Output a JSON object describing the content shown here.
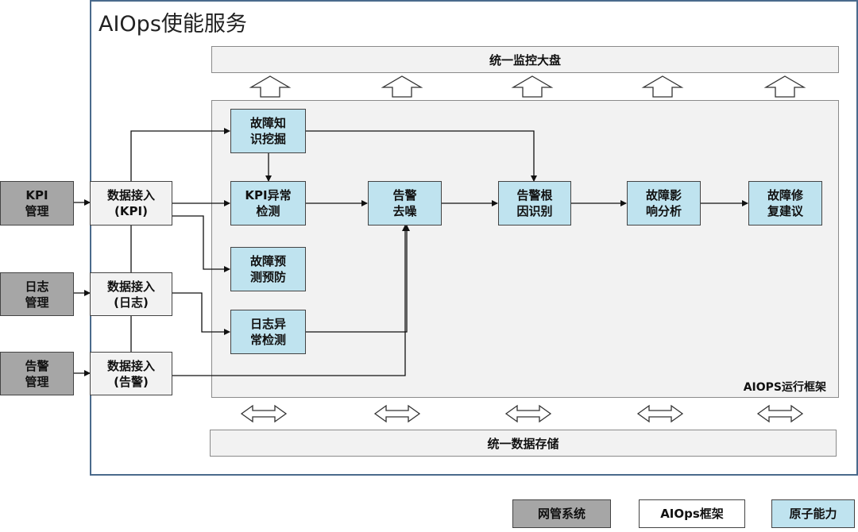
{
  "title": "AIOps使能服务",
  "top_bar": "统一监控大盘",
  "bottom_bar": "统一数据存储",
  "frame_label": "AIOPS运行框架",
  "sources": [
    {
      "id": "kpi",
      "label": "KPI\n管理"
    },
    {
      "id": "log",
      "label": "日志\n管理"
    },
    {
      "id": "alert",
      "label": "告警\n管理"
    }
  ],
  "ingest": [
    {
      "id": "kpi",
      "label": "数据接入\n(KPI)"
    },
    {
      "id": "log",
      "label": "数据接入\n(日志)"
    },
    {
      "id": "alert",
      "label": "数据接入\n(告警)"
    }
  ],
  "capabilities": {
    "knowledge_mining": "故障知\n识挖掘",
    "kpi_anomaly": "KPI异常\n检测",
    "fault_prediction": "故障预\n测预防",
    "log_anomaly": "日志异\n常检测",
    "alert_denoise": "告警\n去噪",
    "root_cause": "告警根\n因识别",
    "impact_analysis": "故障影\n响分析",
    "repair_suggestion": "故障修\n复建议"
  },
  "legend": [
    {
      "label": "网管系统",
      "color": "#a6a6a6"
    },
    {
      "label": "AIOps框架",
      "color": "#ffffff"
    },
    {
      "label": "原子能力",
      "color": "#bfe3ef"
    }
  ]
}
